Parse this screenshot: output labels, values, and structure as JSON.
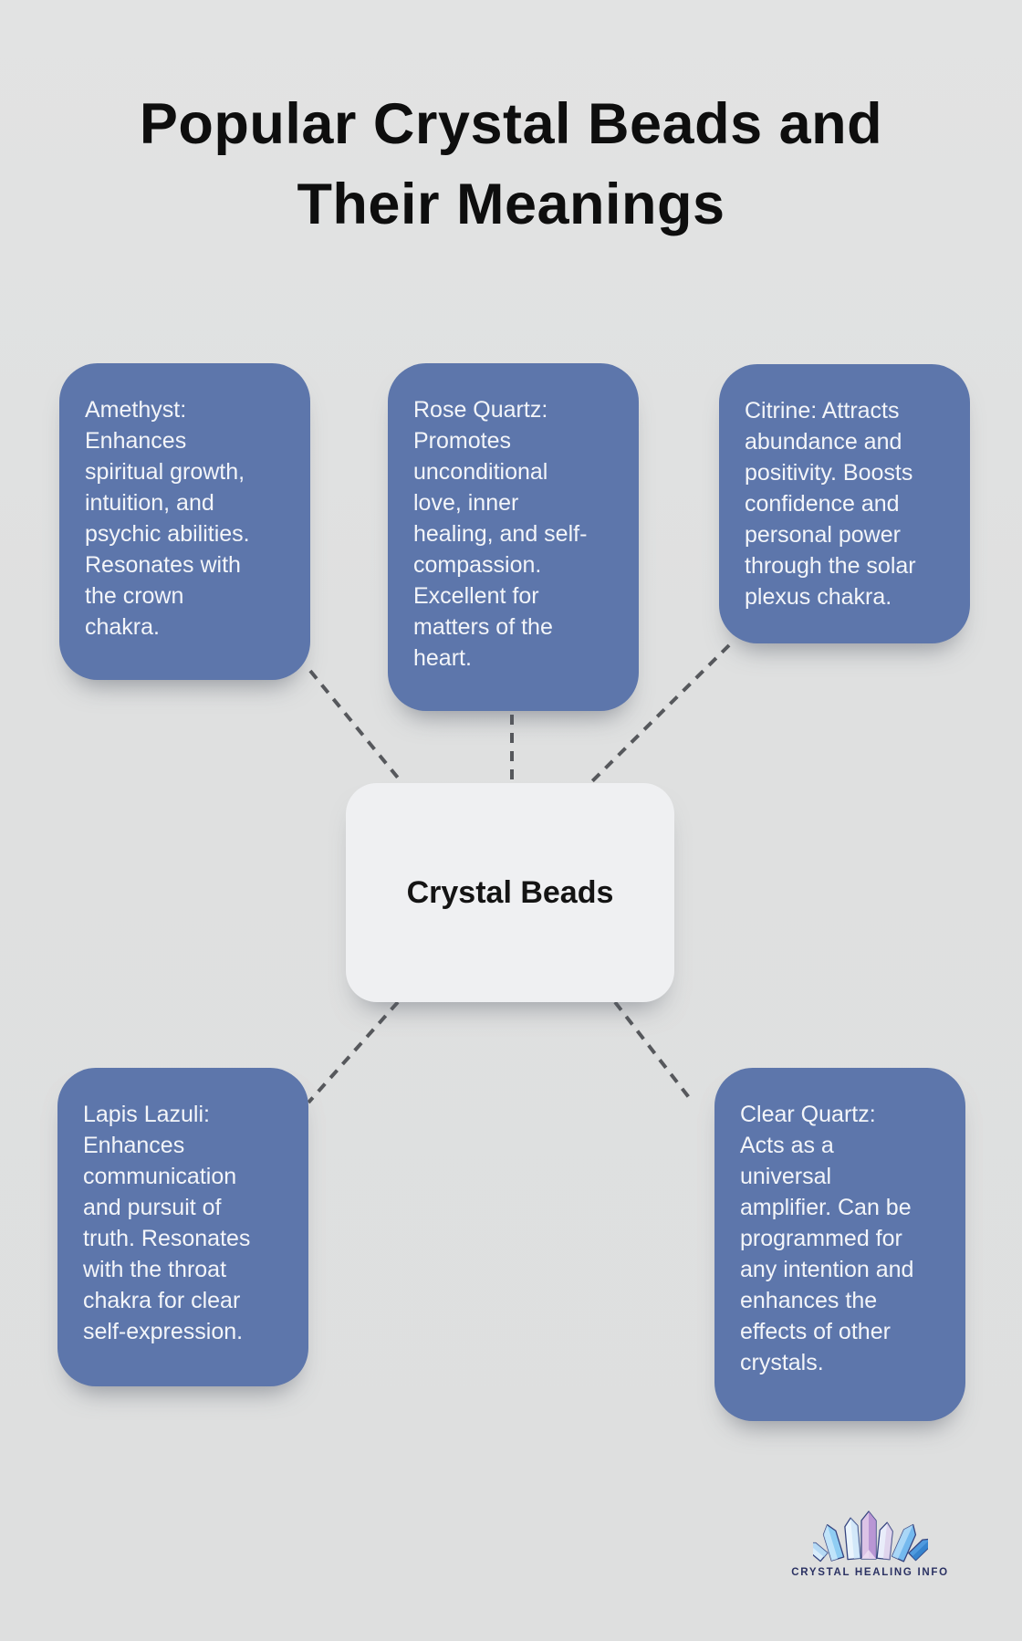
{
  "colors": {
    "background": "#e0e1e1",
    "node_fill": "#5d76ab",
    "node_text": "#f3f5f9",
    "center_fill": "#eff0f2",
    "center_text": "#141414",
    "title_text": "#0e0e0e",
    "connector": "#56585c",
    "logo_text": "#2b3263"
  },
  "title": {
    "lines": [
      "Popular Crystal Beads and",
      "Their Meanings"
    ]
  },
  "diagram": {
    "center_label": "Crystal Beads",
    "nodes": [
      {
        "name": "Amethyst",
        "lines": [
          "Amethyst:",
          "Enhances",
          "spiritual growth,",
          "intuition, and",
          "psychic abilities.",
          "Resonates with",
          "the crown",
          "chakra."
        ]
      },
      {
        "name": "Rose Quartz",
        "lines": [
          "Rose Quartz:",
          "Promotes",
          "unconditional",
          "love, inner",
          "healing, and self-",
          "compassion.",
          "Excellent for",
          "matters of the",
          "heart."
        ]
      },
      {
        "name": "Citrine",
        "lines": [
          "Citrine: Attracts",
          "abundance and",
          "positivity. Boosts",
          "confidence and",
          "personal power",
          "through the solar",
          "plexus chakra."
        ]
      },
      {
        "name": "Lapis Lazuli",
        "lines": [
          "Lapis Lazuli:",
          "Enhances",
          "communication",
          "and pursuit of",
          "truth. Resonates",
          "with the throat",
          "chakra for clear",
          "self-expression."
        ]
      },
      {
        "name": "Clear Quartz",
        "lines": [
          "Clear Quartz:",
          "Acts as a",
          "universal",
          "amplifier. Can be",
          "programmed for",
          "any intention and",
          "enhances the",
          "effects of other",
          "crystals."
        ]
      }
    ]
  },
  "footer": {
    "brand": "CRYSTAL HEALING INFO",
    "logo_icon": "crystal-cluster-icon"
  }
}
